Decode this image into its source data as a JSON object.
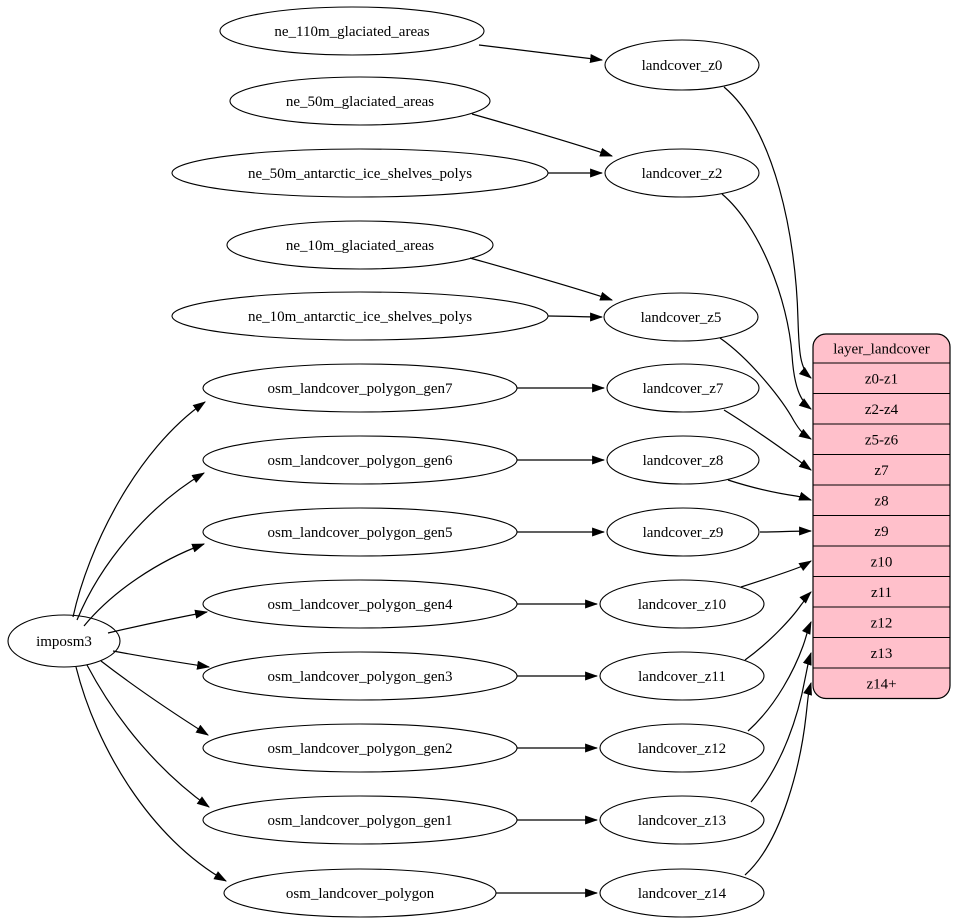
{
  "colors": {
    "background": "#ffffff",
    "node_fill": "#ffffff",
    "node_stroke": "#000000",
    "edge_color": "#000000",
    "record_fill": "#ffc0cb",
    "text": "#000000"
  },
  "nodes": {
    "imposm3": {
      "id": "imposm3",
      "label": "imposm3",
      "shape": "ellipse"
    },
    "sources": [
      {
        "id": "ne_110m_glaciated_areas",
        "label": "ne_110m_glaciated_areas"
      },
      {
        "id": "ne_50m_glaciated_areas",
        "label": "ne_50m_glaciated_areas"
      },
      {
        "id": "ne_50m_antarctic_ice_shelves_polys",
        "label": "ne_50m_antarctic_ice_shelves_polys"
      },
      {
        "id": "ne_10m_glaciated_areas",
        "label": "ne_10m_glaciated_areas"
      },
      {
        "id": "ne_10m_antarctic_ice_shelves_polys",
        "label": "ne_10m_antarctic_ice_shelves_polys"
      },
      {
        "id": "osm_landcover_polygon_gen7",
        "label": "osm_landcover_polygon_gen7"
      },
      {
        "id": "osm_landcover_polygon_gen6",
        "label": "osm_landcover_polygon_gen6"
      },
      {
        "id": "osm_landcover_polygon_gen5",
        "label": "osm_landcover_polygon_gen5"
      },
      {
        "id": "osm_landcover_polygon_gen4",
        "label": "osm_landcover_polygon_gen4"
      },
      {
        "id": "osm_landcover_polygon_gen3",
        "label": "osm_landcover_polygon_gen3"
      },
      {
        "id": "osm_landcover_polygon_gen2",
        "label": "osm_landcover_polygon_gen2"
      },
      {
        "id": "osm_landcover_polygon_gen1",
        "label": "osm_landcover_polygon_gen1"
      },
      {
        "id": "osm_landcover_polygon",
        "label": "osm_landcover_polygon"
      }
    ],
    "generalized": [
      {
        "id": "landcover_z0",
        "label": "landcover_z0"
      },
      {
        "id": "landcover_z2",
        "label": "landcover_z2"
      },
      {
        "id": "landcover_z5",
        "label": "landcover_z5"
      },
      {
        "id": "landcover_z7",
        "label": "landcover_z7"
      },
      {
        "id": "landcover_z8",
        "label": "landcover_z8"
      },
      {
        "id": "landcover_z9",
        "label": "landcover_z9"
      },
      {
        "id": "landcover_z10",
        "label": "landcover_z10"
      },
      {
        "id": "landcover_z11",
        "label": "landcover_z11"
      },
      {
        "id": "landcover_z12",
        "label": "landcover_z12"
      },
      {
        "id": "landcover_z13",
        "label": "landcover_z13"
      },
      {
        "id": "landcover_z14",
        "label": "landcover_z14"
      }
    ],
    "record": {
      "id": "layer_landcover",
      "title": "layer_landcover",
      "rows": [
        "z0-z1",
        "z2-z4",
        "z5-z6",
        "z7",
        "z8",
        "z9",
        "z10",
        "z11",
        "z12",
        "z13",
        "z14+"
      ]
    }
  },
  "edges": [
    {
      "from": "imposm3",
      "to": "osm_landcover_polygon_gen7"
    },
    {
      "from": "imposm3",
      "to": "osm_landcover_polygon_gen6"
    },
    {
      "from": "imposm3",
      "to": "osm_landcover_polygon_gen5"
    },
    {
      "from": "imposm3",
      "to": "osm_landcover_polygon_gen4"
    },
    {
      "from": "imposm3",
      "to": "osm_landcover_polygon_gen3"
    },
    {
      "from": "imposm3",
      "to": "osm_landcover_polygon_gen2"
    },
    {
      "from": "imposm3",
      "to": "osm_landcover_polygon_gen1"
    },
    {
      "from": "imposm3",
      "to": "osm_landcover_polygon"
    },
    {
      "from": "ne_110m_glaciated_areas",
      "to": "landcover_z0"
    },
    {
      "from": "ne_50m_glaciated_areas",
      "to": "landcover_z2"
    },
    {
      "from": "ne_50m_antarctic_ice_shelves_polys",
      "to": "landcover_z2"
    },
    {
      "from": "ne_10m_glaciated_areas",
      "to": "landcover_z5"
    },
    {
      "from": "ne_10m_antarctic_ice_shelves_polys",
      "to": "landcover_z5"
    },
    {
      "from": "osm_landcover_polygon_gen7",
      "to": "landcover_z7"
    },
    {
      "from": "osm_landcover_polygon_gen6",
      "to": "landcover_z8"
    },
    {
      "from": "osm_landcover_polygon_gen5",
      "to": "landcover_z9"
    },
    {
      "from": "osm_landcover_polygon_gen4",
      "to": "landcover_z10"
    },
    {
      "from": "osm_landcover_polygon_gen3",
      "to": "landcover_z11"
    },
    {
      "from": "osm_landcover_polygon_gen2",
      "to": "landcover_z12"
    },
    {
      "from": "osm_landcover_polygon_gen1",
      "to": "landcover_z13"
    },
    {
      "from": "osm_landcover_polygon",
      "to": "landcover_z14"
    },
    {
      "from": "landcover_z0",
      "to": "layer_landcover:z0-z1"
    },
    {
      "from": "landcover_z2",
      "to": "layer_landcover:z2-z4"
    },
    {
      "from": "landcover_z5",
      "to": "layer_landcover:z5-z6"
    },
    {
      "from": "landcover_z7",
      "to": "layer_landcover:z7"
    },
    {
      "from": "landcover_z8",
      "to": "layer_landcover:z8"
    },
    {
      "from": "landcover_z9",
      "to": "layer_landcover:z9"
    },
    {
      "from": "landcover_z10",
      "to": "layer_landcover:z10"
    },
    {
      "from": "landcover_z11",
      "to": "layer_landcover:z11"
    },
    {
      "from": "landcover_z12",
      "to": "layer_landcover:z12"
    },
    {
      "from": "landcover_z13",
      "to": "layer_landcover:z13"
    },
    {
      "from": "landcover_z14",
      "to": "layer_landcover:z14+"
    }
  ]
}
